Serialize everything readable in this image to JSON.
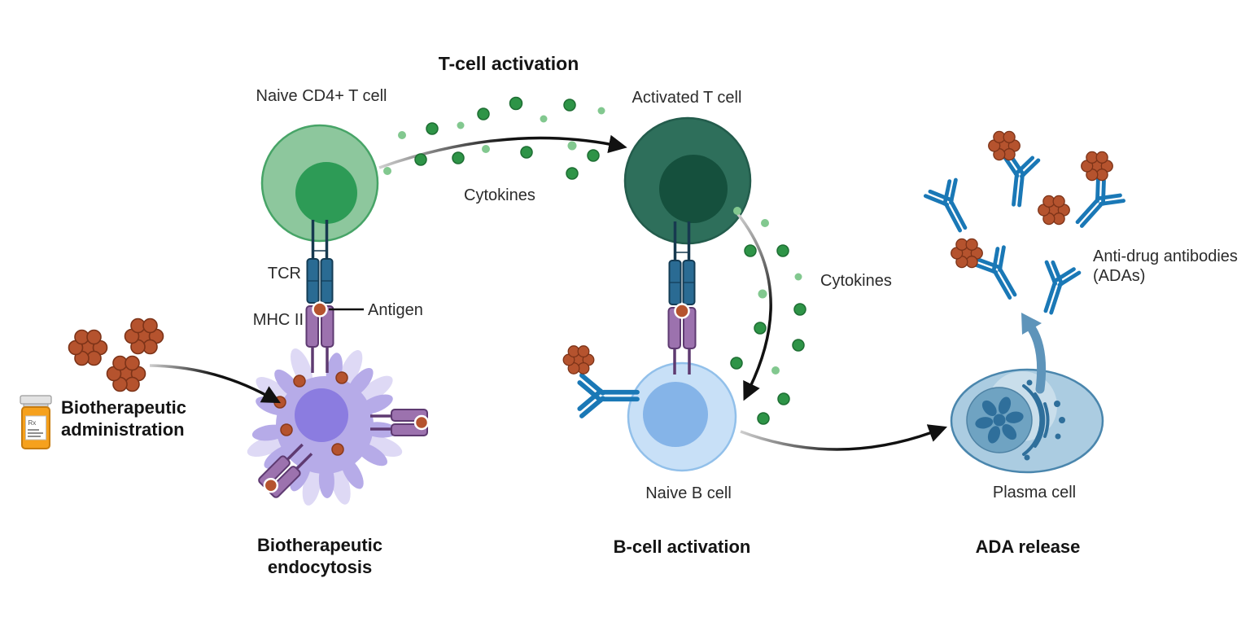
{
  "title": "T-cell activation",
  "cells": {
    "naive_t": "Naive CD4+ T cell",
    "activated_t": "Activated T cell",
    "naive_b": "Naive B cell",
    "plasma": "Plasma cell"
  },
  "molecules": {
    "cytokines_top": "Cytokines",
    "cytokines_right": "Cytokines",
    "tcr": "TCR",
    "mhc2": "MHC II",
    "antigen": "Antigen",
    "ada": "Anti-drug antibodies (ADAs)"
  },
  "stages": {
    "administration": "Biotherapeutic administration",
    "endocytosis": "Biotherapeutic endocytosis",
    "b_activation": "B-cell activation",
    "ada_release": "ADA release"
  },
  "bottle": {
    "rx": "Rx"
  },
  "colors": {
    "naive_t_fill": "#8dc79d",
    "naive_t_stroke": "#47a467",
    "naive_t_nucleus": "#2d9b56",
    "activated_t_fill": "#2e6f5b",
    "activated_t_nucleus": "#15503d",
    "cytokine_dark": "#2e9447",
    "cytokine_light": "#82c88f",
    "tcr_blue": "#2a6b93",
    "tcr_navy": "#17394f",
    "mhc_purple": "#9c72ae",
    "mhc_dark": "#5e3a71",
    "antigen_red": "#b5532e",
    "dendritic_fill": "#b6abe8",
    "dendritic_ghost": "#ded9f5",
    "dendritic_nucleus": "#8b7ce0",
    "b_cell_fill": "#c8e0f7",
    "b_cell_stroke": "#92c0ea",
    "b_cell_nucleus": "#85b4e8",
    "plasma_fill": "#abcce1",
    "plasma_stroke": "#4a86ad",
    "plasma_nucleus": "#6fa3c2",
    "plasma_detail": "#2f6f9b",
    "antibody_blue": "#1a78b6",
    "drug_cluster": "#b5532e",
    "bottle_orange": "#f6a11d",
    "arrow_black": "#111111",
    "arrow_blue": "#5e94ba"
  }
}
